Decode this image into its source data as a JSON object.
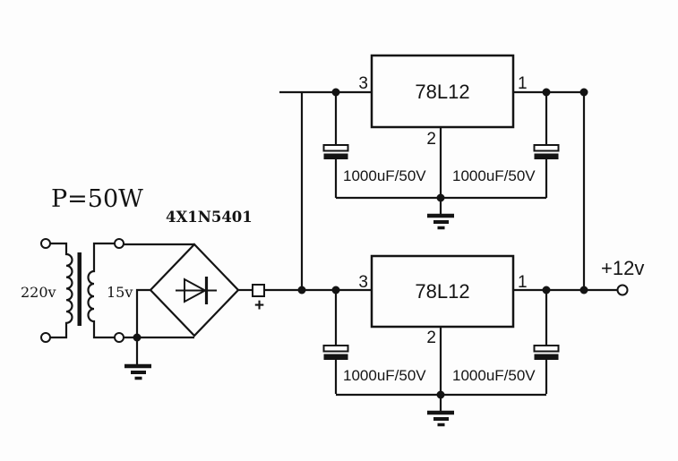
{
  "colors": {
    "ink": "#141414",
    "background": "#fdfdfd"
  },
  "labels": {
    "power_rating": "P=50W",
    "diode_parts": "4X1N5401",
    "primary_voltage": "220v",
    "secondary_voltage": "15v",
    "bridge_polarity": "+",
    "output_voltage": "+12v"
  },
  "regulators": [
    {
      "part": "78L12",
      "pin_input": "3",
      "pin_output": "1",
      "pin_ground": "2",
      "input_cap": "1000uF/50V",
      "output_cap": "1000uF/50V"
    },
    {
      "part": "78L12",
      "pin_input": "3",
      "pin_output": "1",
      "pin_ground": "2",
      "input_cap": "1000uF/50V",
      "output_cap": "1000uF/50V"
    }
  ]
}
